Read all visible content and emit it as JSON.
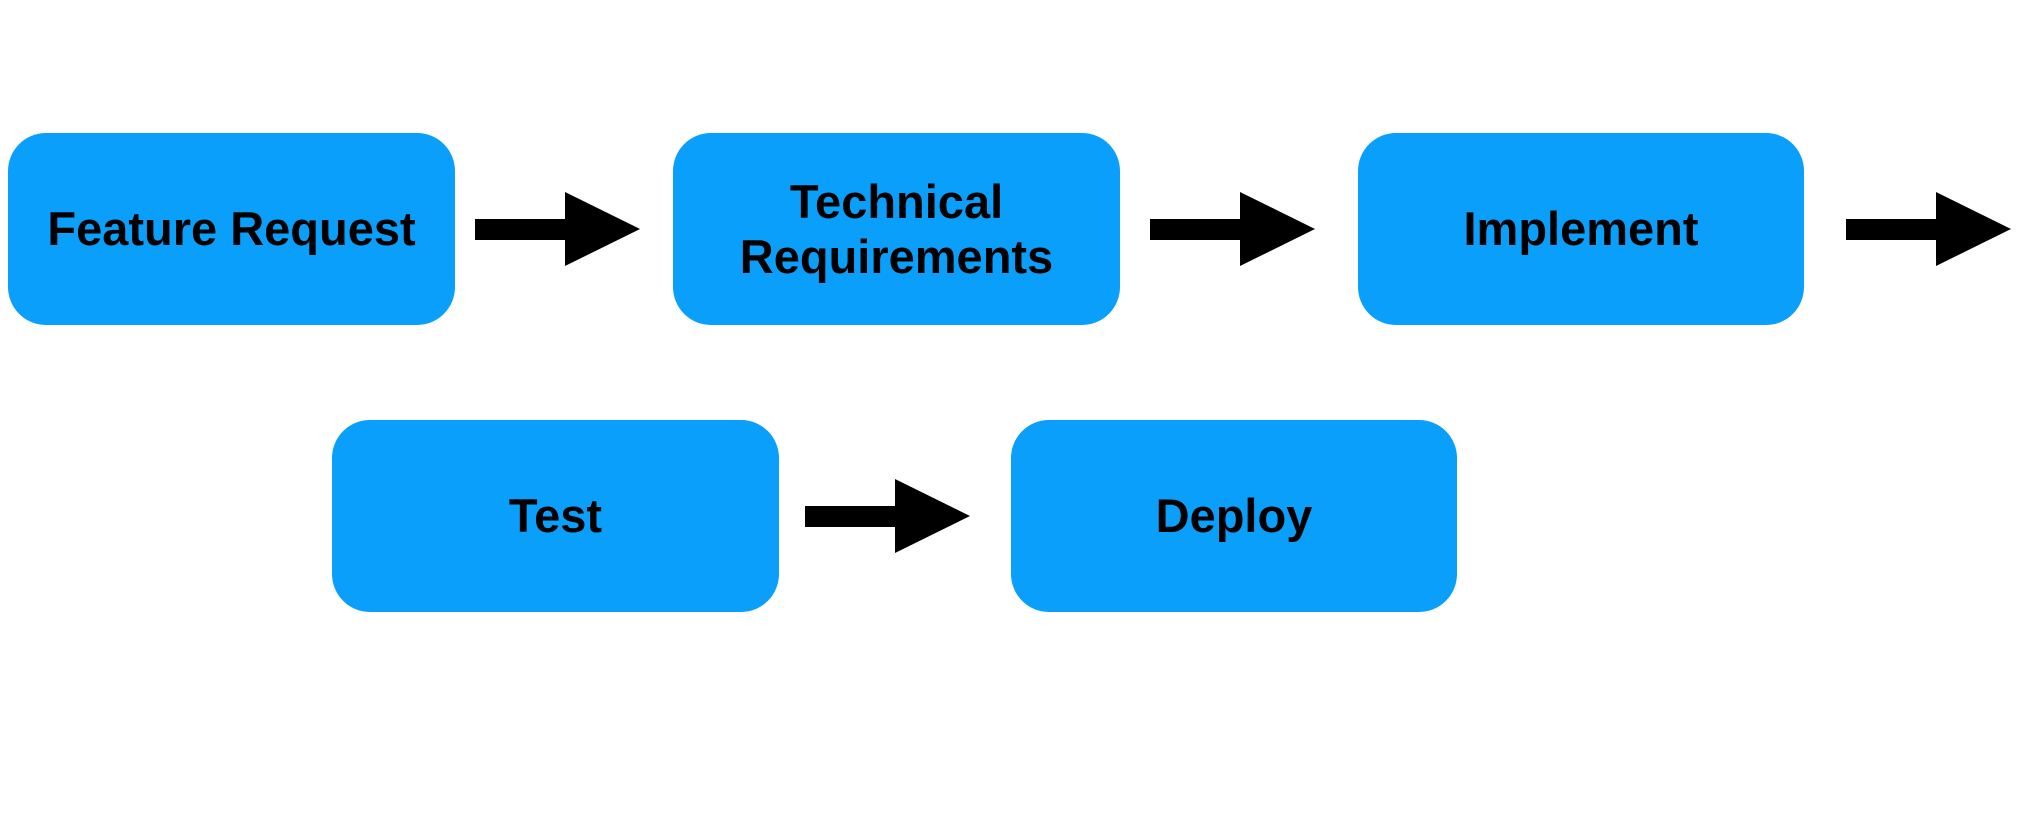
{
  "diagram": {
    "type": "flowchart",
    "direction": "left-to-right",
    "nodes": [
      {
        "id": "feature-request",
        "label": "Feature Request"
      },
      {
        "id": "technical-requirements",
        "label": "Technical Requirements"
      },
      {
        "id": "implement",
        "label": "Implement"
      },
      {
        "id": "test",
        "label": "Test"
      },
      {
        "id": "deploy",
        "label": "Deploy"
      }
    ],
    "arrows": [
      {
        "from": "feature-request",
        "to": "technical-requirements"
      },
      {
        "from": "technical-requirements",
        "to": "implement"
      },
      {
        "from": "implement",
        "to": "off-canvas-right"
      },
      {
        "from": "test",
        "to": "deploy"
      }
    ],
    "colors": {
      "node_fill": "#0A9FFA",
      "node_text": "#000000",
      "arrow": "#000000",
      "background": "#FFFFFF"
    }
  }
}
